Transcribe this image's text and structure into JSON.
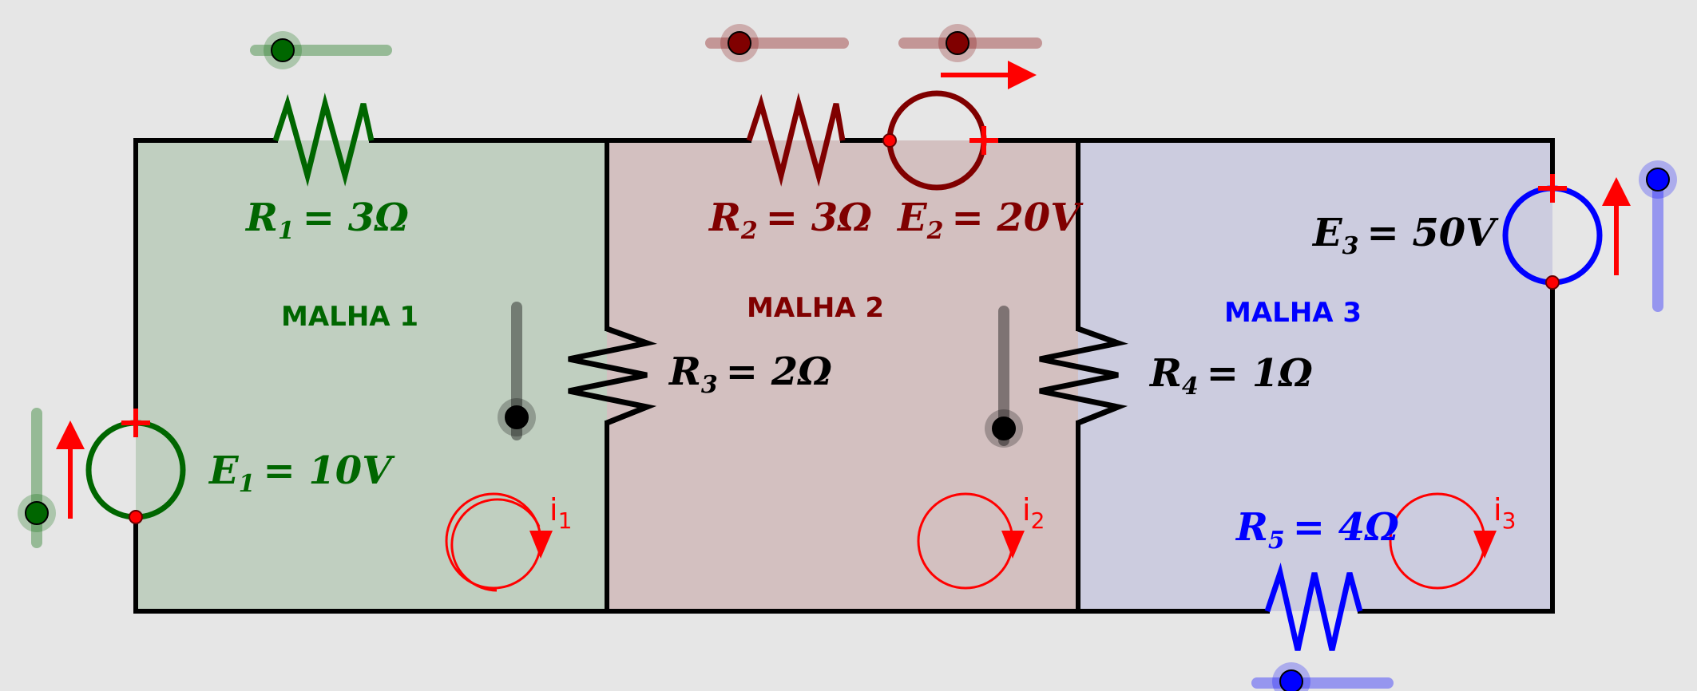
{
  "colors": {
    "mesh1": "#006600",
    "mesh2": "#800000",
    "mesh3": "#0000ff",
    "current": "#ff0000",
    "wire": "#000000",
    "fill1": "#c0cfc0",
    "fill2": "#d3c0c0",
    "fill3": "#ccccdf"
  },
  "resistors": {
    "r1": {
      "label": "R",
      "sub": "1",
      "value": "= 3Ω"
    },
    "r2": {
      "label": "R",
      "sub": "2",
      "value": "= 3Ω"
    },
    "r3": {
      "label": "R",
      "sub": "3",
      "value": "= 2Ω"
    },
    "r4": {
      "label": "R",
      "sub": "4",
      "value": "= 1Ω"
    },
    "r5": {
      "label": "R",
      "sub": "5",
      "value": "= 4Ω"
    }
  },
  "sources": {
    "e1": {
      "label": "E",
      "sub": "1",
      "value": "= 10V"
    },
    "e2": {
      "label": "E",
      "sub": "2",
      "value": "= 20V"
    },
    "e3": {
      "label": "E",
      "sub": "3",
      "value": "= 50V"
    }
  },
  "meshes": {
    "m1": "MALHA 1",
    "m2": "MALHA 2",
    "m3": "MALHA 3"
  },
  "currents": {
    "i1": {
      "label": "i",
      "sub": "1"
    },
    "i2": {
      "label": "i",
      "sub": "2"
    },
    "i3": {
      "label": "i",
      "sub": "3"
    }
  },
  "icons": {
    "slider": "slider-handle-icon",
    "source": "voltage-source-icon",
    "loop": "current-loop-arrow-icon"
  }
}
